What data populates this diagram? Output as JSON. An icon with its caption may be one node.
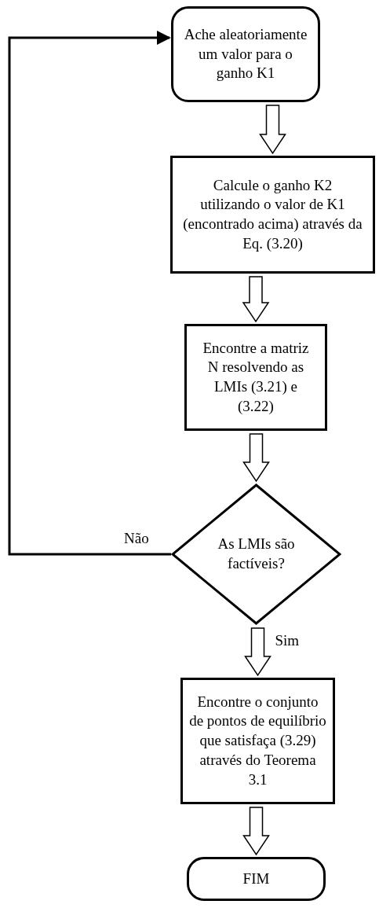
{
  "diagram": {
    "nodes": [
      {
        "text": [
          "Ache aleatoriamente um valor para o ganho K1"
        ]
      },
      {
        "text": [
          "Calcule o ganho K2 utilizando o valor de K1 (encontrado acima) através da Eq. (3.20)"
        ]
      },
      {
        "text": [
          "Encontre a matriz N resolvendo as LMIs (3.21) e (3.22)"
        ]
      },
      {
        "text": [
          "As LMIs são factíveis?"
        ]
      },
      {
        "text": [
          "Encontre o conjunto de pontos de equilíbrio que satisfaça (3.29) através do Teorema 3.1"
        ]
      },
      {
        "text": [
          "FIM"
        ]
      }
    ],
    "edges": [
      {
        "from": 0,
        "to": 1,
        "arrow": "to",
        "style": "thick"
      },
      {
        "from": 1,
        "to": 2,
        "arrow": "to",
        "style": "thick"
      },
      {
        "from": 2,
        "to": 3,
        "arrow": "to",
        "style": "thick"
      },
      {
        "from": 3,
        "to": 4,
        "arrow": "to",
        "label": "Sim",
        "style": "thick"
      },
      {
        "from": 4,
        "to": 5,
        "arrow": "to",
        "style": "thick"
      },
      {
        "from": 3,
        "to": 0,
        "arrow": "to",
        "label": "Não"
      }
    ]
  }
}
